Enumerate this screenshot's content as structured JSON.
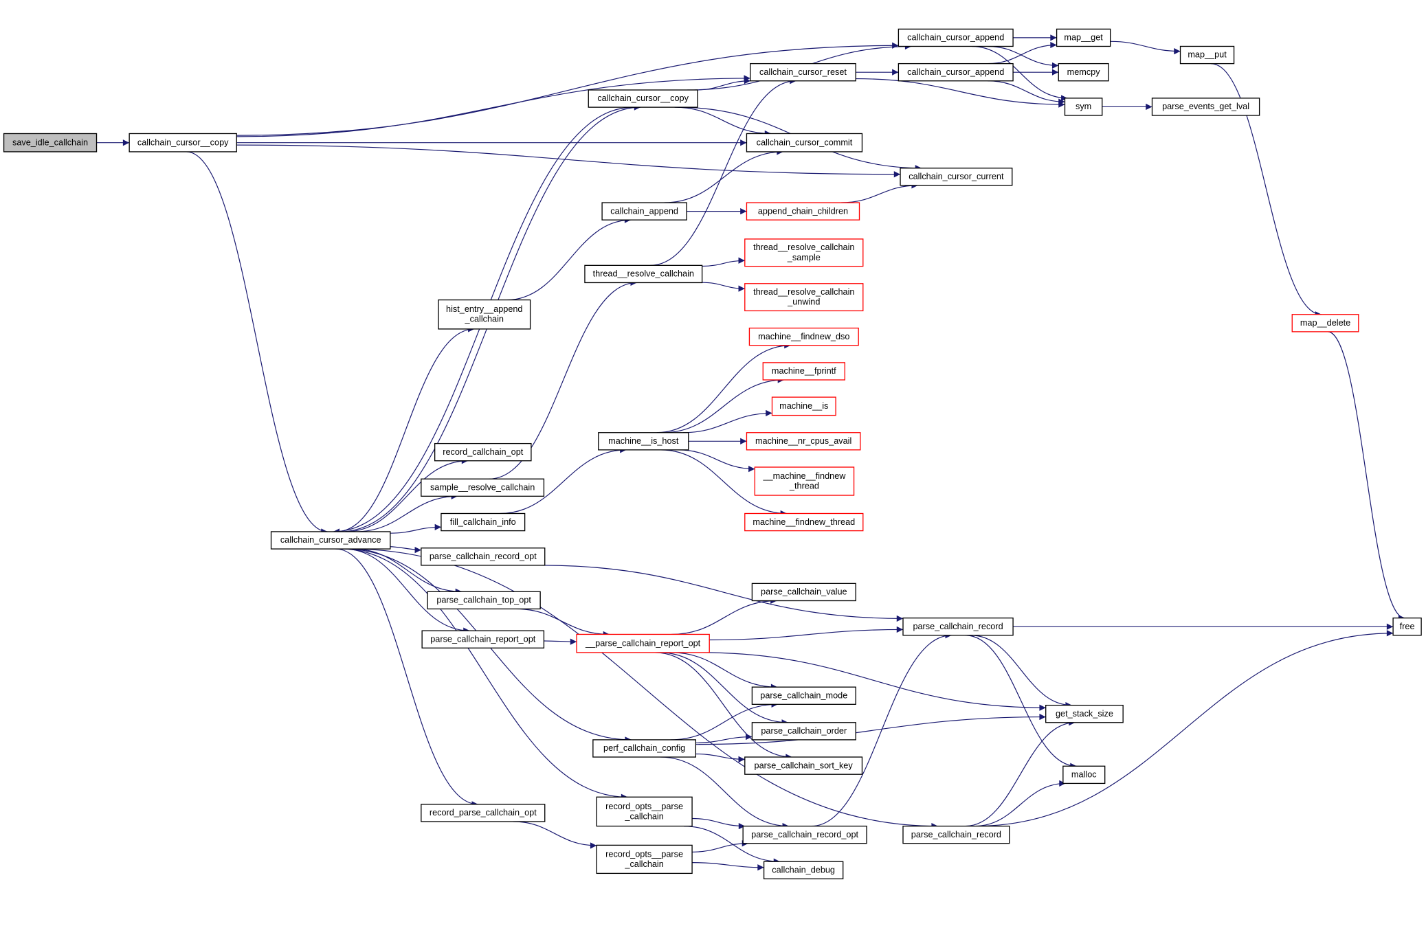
{
  "graph": {
    "type": "call-graph",
    "colors": {
      "edge": "#191970",
      "node_border": "#000000",
      "truncated_node_border": "#ff0000",
      "root_fill": "#bfbfbf",
      "node_fill": "#ffffff"
    },
    "nodes": [
      {
        "lines": [
          "save_idle_callchain"
        ],
        "kind": "root"
      },
      {
        "lines": [
          "callchain_cursor__copy"
        ],
        "kind": "normal"
      },
      {
        "lines": [
          "callchain_cursor_append"
        ],
        "kind": "normal"
      },
      {
        "lines": [
          "callchain_cursor_reset"
        ],
        "kind": "normal"
      },
      {
        "lines": [
          "callchain_cursor_append"
        ],
        "kind": "normal"
      },
      {
        "lines": [
          "map__get"
        ],
        "kind": "normal"
      },
      {
        "lines": [
          "memcpy"
        ],
        "kind": "normal"
      },
      {
        "lines": [
          "sym"
        ],
        "kind": "normal"
      },
      {
        "lines": [
          "parse_events_get_lval"
        ],
        "kind": "normal"
      },
      {
        "lines": [
          "map__put"
        ],
        "kind": "normal"
      },
      {
        "lines": [
          "callchain_cursor__copy"
        ],
        "kind": "normal"
      },
      {
        "lines": [
          "callchain_cursor_commit"
        ],
        "kind": "normal"
      },
      {
        "lines": [
          "callchain_cursor_current"
        ],
        "kind": "normal"
      },
      {
        "lines": [
          "callchain_append"
        ],
        "kind": "normal"
      },
      {
        "lines": [
          "append_chain_children"
        ],
        "kind": "truncated"
      },
      {
        "lines": [
          "thread__resolve_callchain"
        ],
        "kind": "normal"
      },
      {
        "lines": [
          "thread__resolve_callchain",
          "_sample"
        ],
        "kind": "truncated"
      },
      {
        "lines": [
          "thread__resolve_callchain",
          "_unwind"
        ],
        "kind": "truncated"
      },
      {
        "lines": [
          "hist_entry__append",
          "_callchain"
        ],
        "kind": "normal"
      },
      {
        "lines": [
          "machine__findnew_dso"
        ],
        "kind": "truncated"
      },
      {
        "lines": [
          "machine__fprintf"
        ],
        "kind": "truncated"
      },
      {
        "lines": [
          "machine__is"
        ],
        "kind": "truncated"
      },
      {
        "lines": [
          "machine__nr_cpus_avail"
        ],
        "kind": "truncated"
      },
      {
        "lines": [
          "__machine__findnew",
          "_thread"
        ],
        "kind": "truncated"
      },
      {
        "lines": [
          "machine__findnew_thread"
        ],
        "kind": "truncated"
      },
      {
        "lines": [
          "machine__is_host"
        ],
        "kind": "normal"
      },
      {
        "lines": [
          "record_callchain_opt"
        ],
        "kind": "normal"
      },
      {
        "lines": [
          "sample__resolve_callchain"
        ],
        "kind": "normal"
      },
      {
        "lines": [
          "fill_callchain_info"
        ],
        "kind": "normal"
      },
      {
        "lines": [
          "callchain_cursor_advance"
        ],
        "kind": "normal"
      },
      {
        "lines": [
          "parse_callchain_record_opt"
        ],
        "kind": "normal"
      },
      {
        "lines": [
          "parse_callchain_top_opt"
        ],
        "kind": "normal"
      },
      {
        "lines": [
          "parse_callchain_report_opt"
        ],
        "kind": "normal"
      },
      {
        "lines": [
          "__parse_callchain_report_opt"
        ],
        "kind": "truncated"
      },
      {
        "lines": [
          "parse_callchain_value"
        ],
        "kind": "normal"
      },
      {
        "lines": [
          "parse_callchain_record"
        ],
        "kind": "normal"
      },
      {
        "lines": [
          "free"
        ],
        "kind": "normal"
      },
      {
        "lines": [
          "parse_callchain_mode"
        ],
        "kind": "normal"
      },
      {
        "lines": [
          "parse_callchain_order"
        ],
        "kind": "normal"
      },
      {
        "lines": [
          "parse_callchain_sort_key"
        ],
        "kind": "normal"
      },
      {
        "lines": [
          "get_stack_size"
        ],
        "kind": "normal"
      },
      {
        "lines": [
          "perf_callchain_config"
        ],
        "kind": "normal"
      },
      {
        "lines": [
          "malloc"
        ],
        "kind": "normal"
      },
      {
        "lines": [
          "record_parse_callchain_opt"
        ],
        "kind": "normal"
      },
      {
        "lines": [
          "record_opts__parse",
          "_callchain"
        ],
        "kind": "normal"
      },
      {
        "lines": [
          "record_opts__parse",
          "_callchain"
        ],
        "kind": "normal"
      },
      {
        "lines": [
          "parse_callchain_record_opt"
        ],
        "kind": "normal"
      },
      {
        "lines": [
          "callchain_debug"
        ],
        "kind": "normal"
      },
      {
        "lines": [
          "parse_callchain_record"
        ],
        "kind": "normal"
      },
      {
        "lines": [
          "map__delete"
        ],
        "kind": "truncated"
      }
    ],
    "edges": [
      [
        0,
        1
      ],
      [
        1,
        2
      ],
      [
        1,
        3
      ],
      [
        1,
        11
      ],
      [
        1,
        12
      ],
      [
        1,
        29
      ],
      [
        10,
        2
      ],
      [
        10,
        3
      ],
      [
        10,
        11
      ],
      [
        10,
        12
      ],
      [
        10,
        29
      ],
      [
        29,
        10
      ],
      [
        2,
        5
      ],
      [
        2,
        6
      ],
      [
        2,
        7
      ],
      [
        3,
        4
      ],
      [
        3,
        7
      ],
      [
        4,
        5
      ],
      [
        4,
        6
      ],
      [
        4,
        7
      ],
      [
        5,
        9
      ],
      [
        9,
        49
      ],
      [
        49,
        36
      ],
      [
        7,
        8
      ],
      [
        13,
        11
      ],
      [
        13,
        14
      ],
      [
        14,
        12
      ],
      [
        15,
        3
      ],
      [
        15,
        16
      ],
      [
        15,
        17
      ],
      [
        18,
        13
      ],
      [
        29,
        18
      ],
      [
        29,
        26
      ],
      [
        29,
        27
      ],
      [
        27,
        15
      ],
      [
        29,
        28
      ],
      [
        28,
        25
      ],
      [
        25,
        19
      ],
      [
        25,
        20
      ],
      [
        25,
        21
      ],
      [
        25,
        22
      ],
      [
        25,
        23
      ],
      [
        25,
        24
      ],
      [
        29,
        30
      ],
      [
        30,
        35
      ],
      [
        29,
        31
      ],
      [
        31,
        33
      ],
      [
        29,
        32
      ],
      [
        32,
        33
      ],
      [
        33,
        34
      ],
      [
        33,
        35
      ],
      [
        33,
        37
      ],
      [
        33,
        38
      ],
      [
        33,
        39
      ],
      [
        33,
        40
      ],
      [
        35,
        36
      ],
      [
        35,
        40
      ],
      [
        35,
        42
      ],
      [
        29,
        41
      ],
      [
        41,
        37
      ],
      [
        41,
        38
      ],
      [
        41,
        39
      ],
      [
        41,
        40
      ],
      [
        41,
        46
      ],
      [
        29,
        44
      ],
      [
        29,
        43
      ],
      [
        43,
        45
      ],
      [
        44,
        46
      ],
      [
        44,
        47
      ],
      [
        45,
        46
      ],
      [
        45,
        47
      ],
      [
        46,
        35
      ],
      [
        29,
        48
      ],
      [
        48,
        40
      ],
      [
        48,
        42
      ],
      [
        48,
        36
      ]
    ]
  }
}
